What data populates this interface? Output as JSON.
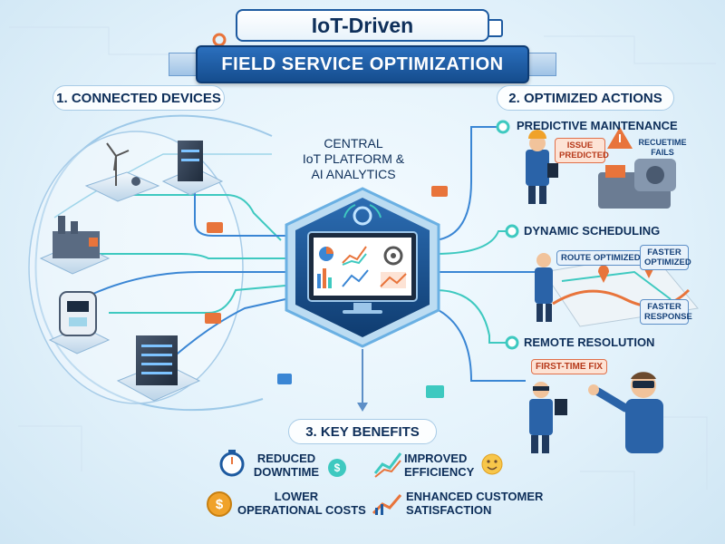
{
  "title": {
    "line1": "IoT-Driven",
    "line2": "FIELD SERVICE OPTIMIZATION"
  },
  "sections": {
    "connected_devices": "1. CONNECTED DEVICES",
    "optimized_actions": "2. OPTIMIZED ACTIONS",
    "key_benefits": "3. KEY BENEFITS"
  },
  "hub": {
    "line1": "CENTRAL",
    "line2": "IoT PLATFORM &",
    "line3": "AI ANALYTICS"
  },
  "actions": [
    {
      "label": "PREDICTIVE MAINTENANCE",
      "tags": [
        "ISSUE PREDICTED",
        "RECUETIME FAILS"
      ]
    },
    {
      "label": "DYNAMIC SCHEDULING",
      "tags": [
        "ROUTE OPTIMIZED",
        "FASTER OPTIMIZED",
        "FASTER RESPONSE"
      ]
    },
    {
      "label": "REMOTE RESOLUTION",
      "tags": [
        "FIRST-TIME FIX"
      ]
    }
  ],
  "benefits": [
    {
      "line1": "REDUCED",
      "line2": "DOWNTIME",
      "icon": "stopwatch-icon"
    },
    {
      "line1": "IMPROVED",
      "line2": "EFFICIENCY",
      "icon": "growth-chart-icon"
    },
    {
      "line1": "LOWER",
      "line2": "OPERATIONAL COSTS",
      "icon": "dollar-coin-icon"
    },
    {
      "line1": "ENHANCED CUSTOMER",
      "line2": "SATISFACTION",
      "icon": "rising-chart-icon"
    }
  ],
  "colors": {
    "navy": "#0e2f5a",
    "banner_blue": "#1d5aa0",
    "teal_line": "#3ec9c0",
    "blue_line": "#3a86d4",
    "alert_orange": "#e8743b",
    "hub_dark": "#123a6b"
  }
}
